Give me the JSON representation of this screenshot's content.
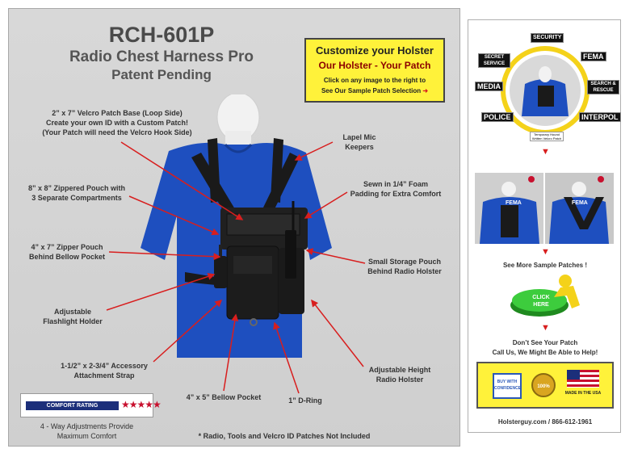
{
  "header": {
    "model": "RCH-601P",
    "product_name": "Radio Chest Harness Pro",
    "patent": "Patent Pending"
  },
  "custom_box": {
    "title": "Customize your Holster",
    "tagline": "Our Holster - Your Patch",
    "line1": "Click on any image to the right to",
    "line2": "See Our Sample Patch Selection"
  },
  "labels": {
    "velcro_1": "2” x 7” Velcro Patch Base (Loop Side)",
    "velcro_2": "Create your own ID with a Custom Patch!",
    "velcro_3": "(Your Patch will need the Velcro Hook Side)",
    "lapel_1": "Lapel Mic",
    "lapel_2": "Keepers",
    "zip8_1": "8” x 8” Zippered Pouch with",
    "zip8_2": "3 Separate Compartments",
    "foam_1": "Sewn in 1/4” Foam",
    "foam_2": "Padding for Extra Comfort",
    "zip4_1": "4” x 7” Zipper Pouch",
    "zip4_2": "Behind Bellow Pocket",
    "small_1": "Small Storage Pouch",
    "small_2": "Behind Radio Holster",
    "flash_1": "Adjustable",
    "flash_2": "Flashlight Holder",
    "strap_1": "1-1/2” x 2-3/4” Accessory",
    "strap_2": "Attachment Strap",
    "height_1": "Adjustable Height",
    "height_2": "Radio  Holster",
    "bellow": "4” x 5” Bellow Pocket",
    "dring": "1” D-Ring"
  },
  "rating": {
    "label": "COMFORT RATING",
    "stars": "★★★★★",
    "note_1": "4 - Way Adjustments Provide",
    "note_2": "Maximum Comfort"
  },
  "footnote": "* Radio, Tools and Velcro ID Patches Not Included",
  "sidebar": {
    "patches": [
      "SECURITY",
      "SECRET SERVICE",
      "FEMA",
      "MEDIA",
      "SEARCH & RESCUE",
      "POLICE",
      "INTERPOL"
    ],
    "center_note": "Temporary Hound Written Velcro Patch",
    "photo_patch": "FEMA",
    "see_more": "See More Sample Patches !",
    "click_button": "CLICK HERE",
    "dont_see_1": "Don’t  See Your Patch",
    "dont_see_2": "Call Us, We Might Be Able to Help!",
    "badge_buy_1": "BUY WITH",
    "badge_buy_2": "CONFIDENCE",
    "badge_gold": "100%",
    "badge_usa": "MADE IN THE USA",
    "contact": "Holsterguy.com / 866-612-1961"
  },
  "colors": {
    "accent_red": "#d81e1e",
    "callout_yellow": "#fff23a",
    "shirt_blue": "#1e4fbf",
    "harness_black": "#1a1a1a"
  }
}
